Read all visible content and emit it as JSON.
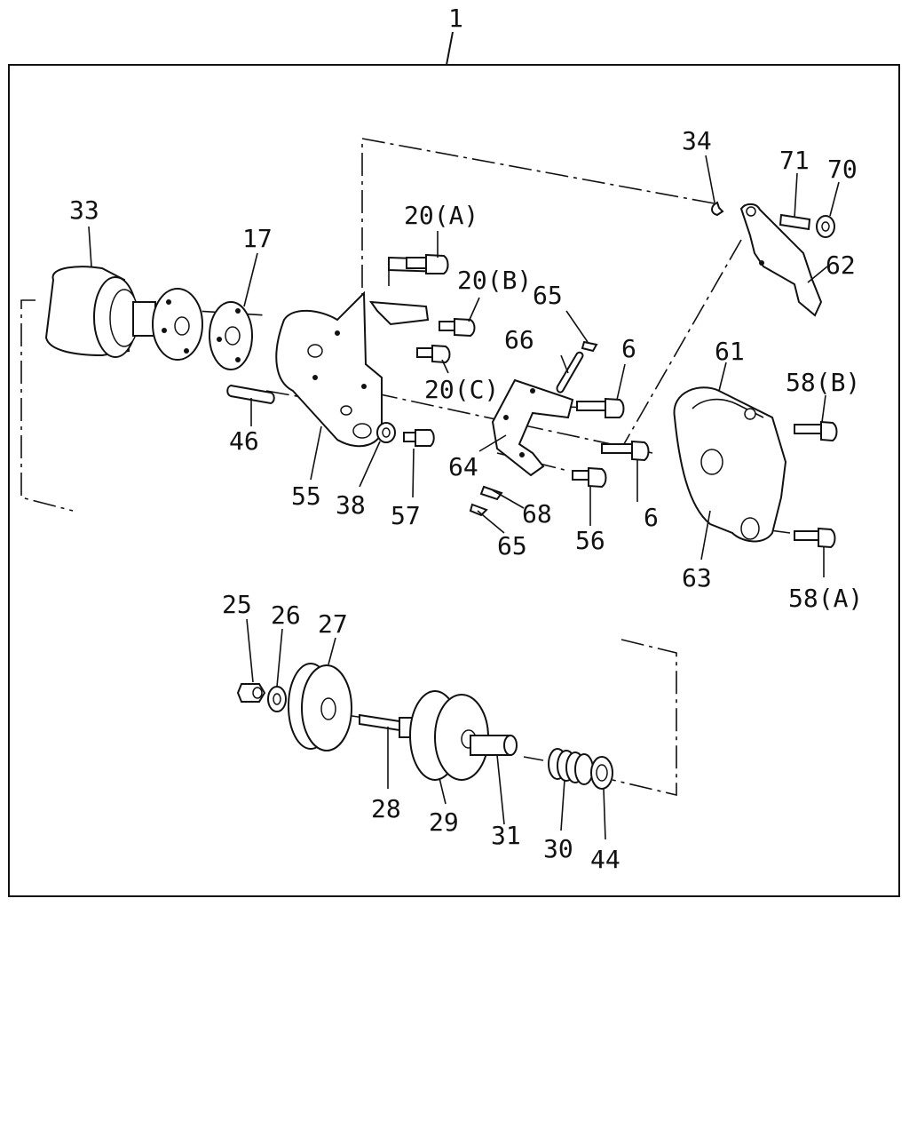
{
  "assembly_label": "1",
  "parts": [
    {
      "id": "p33",
      "label": "33"
    },
    {
      "id": "p17",
      "label": "17"
    },
    {
      "id": "p20a",
      "label": "20(A)"
    },
    {
      "id": "p20b",
      "label": "20(B)"
    },
    {
      "id": "p20c",
      "label": "20(C)"
    },
    {
      "id": "p46",
      "label": "46"
    },
    {
      "id": "p55",
      "label": "55"
    },
    {
      "id": "p38",
      "label": "38"
    },
    {
      "id": "p57",
      "label": "57"
    },
    {
      "id": "p65a",
      "label": "65"
    },
    {
      "id": "p66",
      "label": "66"
    },
    {
      "id": "p6a",
      "label": "6"
    },
    {
      "id": "p6b",
      "label": "6"
    },
    {
      "id": "p64",
      "label": "64"
    },
    {
      "id": "p68",
      "label": "68"
    },
    {
      "id": "p65b",
      "label": "65"
    },
    {
      "id": "p56",
      "label": "56"
    },
    {
      "id": "p34",
      "label": "34"
    },
    {
      "id": "p71",
      "label": "71"
    },
    {
      "id": "p70",
      "label": "70"
    },
    {
      "id": "p62",
      "label": "62"
    },
    {
      "id": "p61",
      "label": "61"
    },
    {
      "id": "p58b",
      "label": "58(B)"
    },
    {
      "id": "p63",
      "label": "63"
    },
    {
      "id": "p58a",
      "label": "58(A)"
    },
    {
      "id": "p25",
      "label": "25"
    },
    {
      "id": "p26",
      "label": "26"
    },
    {
      "id": "p27",
      "label": "27"
    },
    {
      "id": "p28",
      "label": "28"
    },
    {
      "id": "p29",
      "label": "29"
    },
    {
      "id": "p31",
      "label": "31"
    },
    {
      "id": "p30",
      "label": "30"
    },
    {
      "id": "p44",
      "label": "44"
    }
  ]
}
